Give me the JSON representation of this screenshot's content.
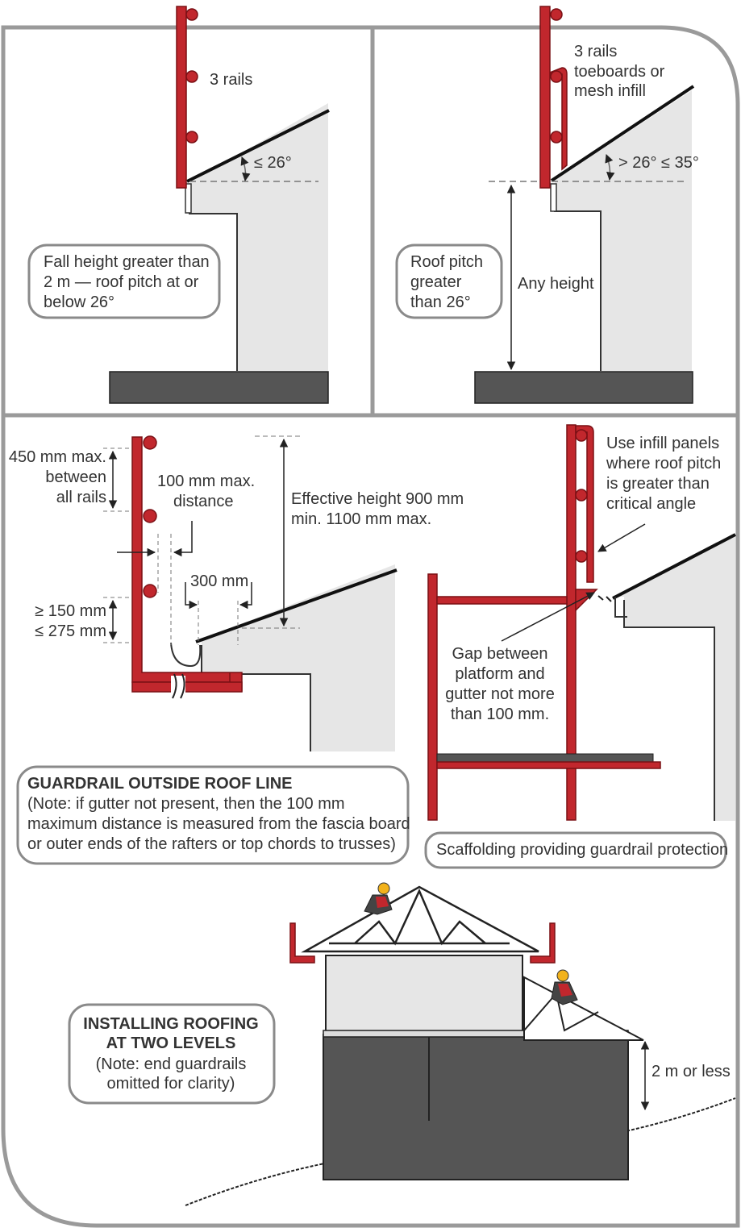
{
  "panel1": {
    "rails_label": "3 rails",
    "angle_label": "≤ 26°",
    "callout_lines": [
      "Fall height greater than",
      "2 m — roof pitch at or",
      "below 26°"
    ]
  },
  "panel2": {
    "rails_label_lines": [
      "3 rails",
      "toeboards or",
      "mesh infill"
    ],
    "angle_label": "> 26° ≤ 35°",
    "height_label": "Any height",
    "callout_lines": [
      "Roof pitch",
      "greater",
      "than 26°"
    ]
  },
  "panel3": {
    "rail_spacing_lines": [
      "450 mm max.",
      "between",
      "all rails"
    ],
    "distance_lines": [
      "100 mm max.",
      "distance"
    ],
    "effective_height_lines": [
      "Effective height 900 mm",
      "min. 1100 mm max."
    ],
    "offset_label": "300 mm",
    "low_rail_lines": [
      "≥ 150 mm",
      "≤ 275 mm"
    ],
    "caption_title": "GUARDRAIL OUTSIDE ROOF LINE",
    "caption_note_lines": [
      "(Note: if gutter not present, then the 100 mm",
      "maximum distance is measured from the fascia board",
      "or outer ends of the rafters or top chords to trusses)"
    ]
  },
  "panel4": {
    "infill_lines": [
      "Use infill panels",
      "where roof pitch",
      "is greater than",
      "critical angle"
    ],
    "gap_lines": [
      "Gap between",
      "platform and",
      "gutter not more",
      "than 100 mm."
    ],
    "caption": "Scaffolding providing guardrail protection"
  },
  "panel5": {
    "caption_title_lines": [
      "INSTALLING ROOFING",
      "AT TWO LEVELS"
    ],
    "caption_note_lines": [
      "(Note: end guardrails",
      "omitted for clarity)"
    ],
    "height_label": "2 m or less"
  },
  "colors": {
    "rail": "#c1272d",
    "rail_dark": "#7a1015",
    "ground": "#555555",
    "wall": "#e6e6e6",
    "frame": "#9a9a9a"
  }
}
